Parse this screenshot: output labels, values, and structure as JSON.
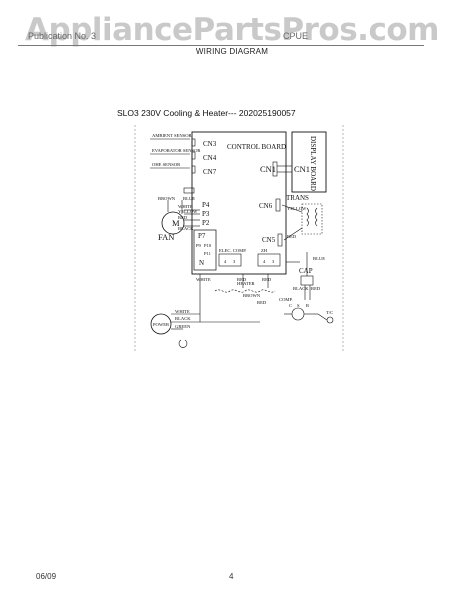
{
  "header": {
    "watermark": "AppliancePartsPros.com",
    "left_text": "Publication No. 3",
    "right_text": "CPUE",
    "section_title": "WIRING DIAGRAM"
  },
  "diagram": {
    "subtitle": "SLO3 230V Cooling & Heater--- 202025190057",
    "board_title": "CONTROL BOARD",
    "display_board": "DISPLAY BOARD",
    "sensors": [
      "AMBIENT SENSOR",
      "EVAPORATOR SENSOR",
      "OHE SENSOR"
    ],
    "connectors": {
      "cn3": "CN3",
      "cn4": "CN4",
      "cn7": "CN7",
      "cn1": "CN1",
      "cn1_display": "CN1",
      "cn6": "CN6",
      "cn5": "CN5",
      "p4": "P4",
      "p3": "P3",
      "p2": "P2",
      "p7": "P7",
      "p9": "P9",
      "p10": "P10",
      "p11": "P11",
      "n": "N"
    },
    "trans": "TRANS",
    "fan": "FAN",
    "fan_m": "M",
    "fan_wires": [
      "WHITE",
      "YELLOW",
      "RED",
      "BLACK"
    ],
    "fan_wire_top": [
      "BROWN",
      "BLUE"
    ],
    "cap": "CAP",
    "comp": "COMP.",
    "cap_terms": [
      "C",
      "S",
      "R"
    ],
    "cap_wire": "BLUE",
    "comp_wires": [
      "BLACK",
      "RED"
    ],
    "overload": "T/C",
    "power": "POWER",
    "power_wires": [
      "WHITE",
      "BLACK",
      "GREEN"
    ],
    "heater": "HEATER",
    "heater_wire": "BROWN",
    "relays": [
      {
        "label": "ELEC. COMP.",
        "pins": [
          "4",
          "3"
        ]
      },
      {
        "label": "ZH",
        "pins": [
          "4",
          "3"
        ]
      }
    ],
    "board_bottom_wires": [
      "WHITE",
      "RED",
      "RED"
    ],
    "trans_wires": [
      "YELLOW",
      "RED"
    ],
    "misc_red": "RED"
  },
  "footer": {
    "date": "06/09",
    "page": "4"
  }
}
